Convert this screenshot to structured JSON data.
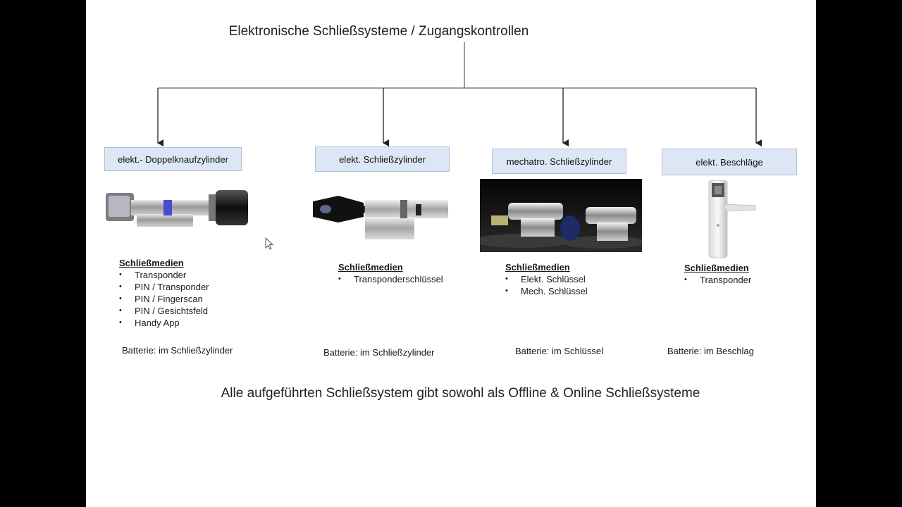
{
  "title": "Elektronische Schließsysteme / Zugangskontrollen",
  "categories": [
    {
      "label": "elekt.- Doppelknaufzylinder",
      "image_icon": "double-knob-cylinder-image",
      "media_heading": "Schließmedien",
      "media_items": [
        "Transponder",
        "PIN / Transponder",
        "PIN / Fingerscan",
        "PIN / Gesichtsfeld",
        "Handy App"
      ],
      "battery": "Batterie: im Schließzylinder"
    },
    {
      "label": "elekt. Schließzylinder",
      "image_icon": "electronic-cylinder-image",
      "media_heading": "Schließmedien",
      "media_items": [
        "Transponderschlüssel"
      ],
      "battery": "Batterie: im Schließzylinder"
    },
    {
      "label": "mechatro. Schließzylinder",
      "image_icon": "mechatronic-cylinder-photo",
      "media_heading": "Schließmedien",
      "media_items": [
        "Elekt. Schlüssel",
        "Mech. Schlüssel"
      ],
      "battery": "Batterie: im Schlüssel"
    },
    {
      "label": "elekt. Beschläge",
      "image_icon": "electronic-door-fitting-image",
      "media_heading": "Schließmedien",
      "media_items": [
        "Transponder"
      ],
      "battery": "Batterie: im Beschlag"
    }
  ],
  "footer": "Alle aufgeführten Schließsystem gibt sowohl als Offline & Online Schließsysteme"
}
